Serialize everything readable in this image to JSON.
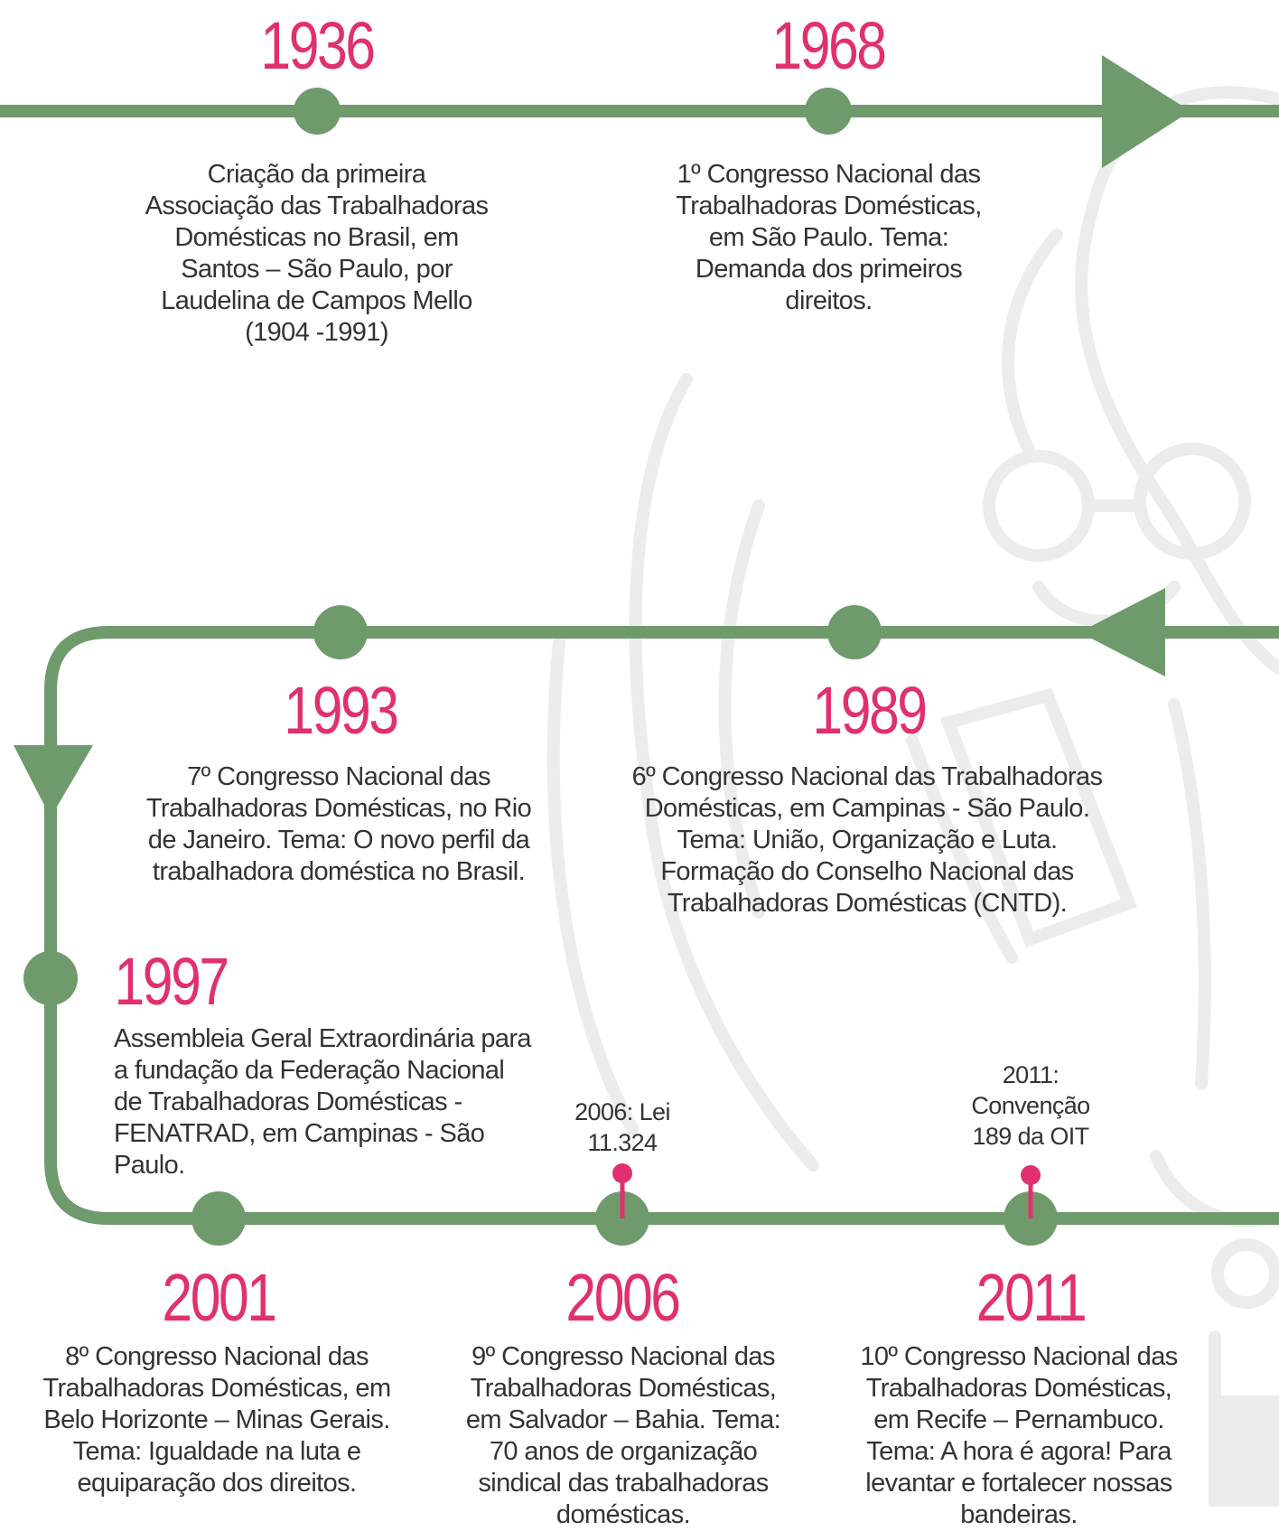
{
  "colors": {
    "line": "#6f9a6c",
    "accent": "#e0306f",
    "text": "#333333",
    "watermark": "#ececec"
  },
  "events": [
    {
      "year": "1936",
      "text": "Criação da primeira Associação das Trabalhadoras Domésticas no Brasil, em Santos – São Paulo, por Laudelina de Campos Mello (1904 -1991)"
    },
    {
      "year": "1968",
      "text": "1º Congresso Nacional das Trabalhadoras Domésticas, em São Paulo. Tema: Demanda dos primeiros direitos."
    },
    {
      "year": "1993",
      "text": "7º Congresso Nacional das Trabalhadoras Domésticas, no Rio de Janeiro. Tema: O novo perfil da trabalhadora doméstica no Brasil."
    },
    {
      "year": "1989",
      "text": "6º Congresso Nacional das Trabalhadoras Domésticas, em Campinas - São Paulo. Tema: União, Organização e Luta. Formação do Conselho Nacional das Trabalhadoras Domésticas (CNTD)."
    },
    {
      "year": "1997",
      "text": "Assembleia Geral Extraordinária para a fundação da Federação Nacional de Trabalhadoras Domésticas - FENATRAD, em Campinas - São Paulo."
    },
    {
      "year": "2001",
      "text": "8º Congresso Nacional das Trabalhadoras Domésticas, em Belo Horizonte – Minas Gerais. Tema: Igualdade na luta e equiparação dos direitos."
    },
    {
      "year": "2006",
      "text": "9º Congresso Nacional das Trabalhadoras Domésticas, em Salvador – Bahia. Tema: 70 anos de organização sindical das trabalhadoras domésticas."
    },
    {
      "year": "2011",
      "text": "10º Congresso Nacional das Trabalhadoras Domésticas, em Recife – Pernambuco. Tema: A hora é agora! Para levantar e fortalecer nossas bandeiras."
    }
  ],
  "milestones": [
    {
      "label": "2006: Lei 11.324"
    },
    {
      "label": "2011: Convenção 189 da OIT"
    }
  ]
}
